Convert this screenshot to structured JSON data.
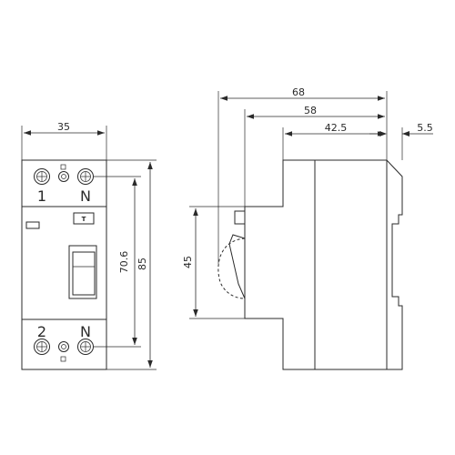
{
  "front_view": {
    "width_label": "35",
    "height_outer_label": "85",
    "height_inner_label": "70.6",
    "terminal_top_left": "1",
    "terminal_top_right": "N",
    "terminal_bottom_left": "2",
    "terminal_bottom_right": "N",
    "test_button_label": "T"
  },
  "side_view": {
    "depth_overall_label": "68",
    "depth_mid_label": "58",
    "depth_body_label": "42.5",
    "clip_depth_label": "5.5",
    "rail_height_label": "45"
  }
}
